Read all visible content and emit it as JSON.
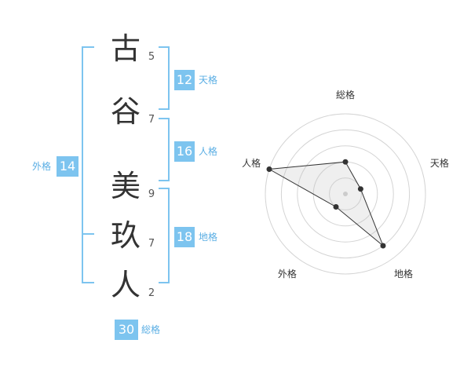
{
  "name": {
    "chars": [
      {
        "char": "古",
        "strokes": "5"
      },
      {
        "char": "谷",
        "strokes": "7"
      },
      {
        "char": "美",
        "strokes": "9"
      },
      {
        "char": "玖",
        "strokes": "7"
      },
      {
        "char": "人",
        "strokes": "2"
      }
    ]
  },
  "fortunes": {
    "tenkaku": {
      "value": "12",
      "label": "天格"
    },
    "jinkaku": {
      "value": "16",
      "label": "人格"
    },
    "chikaku": {
      "value": "18",
      "label": "地格"
    },
    "gaikaku": {
      "value": "14",
      "label": "外格"
    },
    "soukaku": {
      "value": "30",
      "label": "総格"
    }
  },
  "colors": {
    "accent": "#7dc4ef",
    "accent_text": "#5aaee4"
  },
  "chart_data": {
    "type": "radar",
    "axes": [
      "総格",
      "天格",
      "地格",
      "外格",
      "人格"
    ],
    "values": [
      2,
      1,
      4,
      1,
      5
    ],
    "max": 5,
    "grid": true
  }
}
